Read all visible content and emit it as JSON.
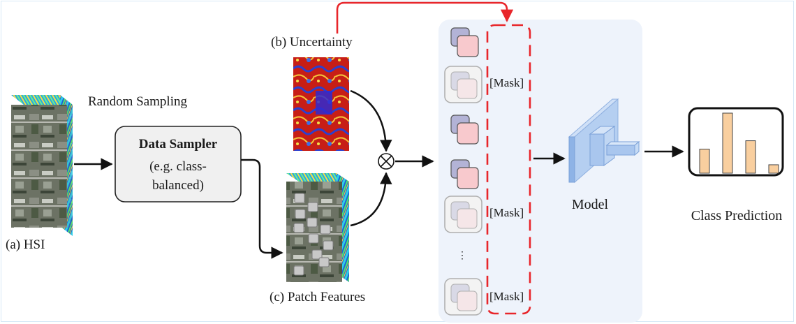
{
  "labels": {
    "hsi": "(a) HSI",
    "random_sampling": "Random Sampling",
    "sampler_title": "Data Sampler",
    "sampler_line1": "(e.g. class-",
    "sampler_line2": "balanced)",
    "uncertainty": "(b) Uncertainty",
    "patch_features": "(c) Patch Features",
    "mask": "[Mask]",
    "ellipsis": "⋮",
    "multiply": "⊗",
    "model": "Model",
    "class_prediction": "Class Prediction"
  },
  "class_prediction_bars": [
    0.4,
    1.0,
    0.54,
    0.14
  ],
  "token_column": [
    "token",
    "mask",
    "token",
    "token",
    "mask",
    "ellipsis",
    "mask"
  ],
  "colors": {
    "arrow": "#111111",
    "feedback_arrow": "#e8262b",
    "mask_dash": "#e8262b",
    "panel_bg": "#eef3fb",
    "token_front": "#f8c9cd",
    "token_back": "#b3b3d6",
    "bar_fill": "#f9cf9f",
    "model_blue": "#9fc0ea"
  }
}
